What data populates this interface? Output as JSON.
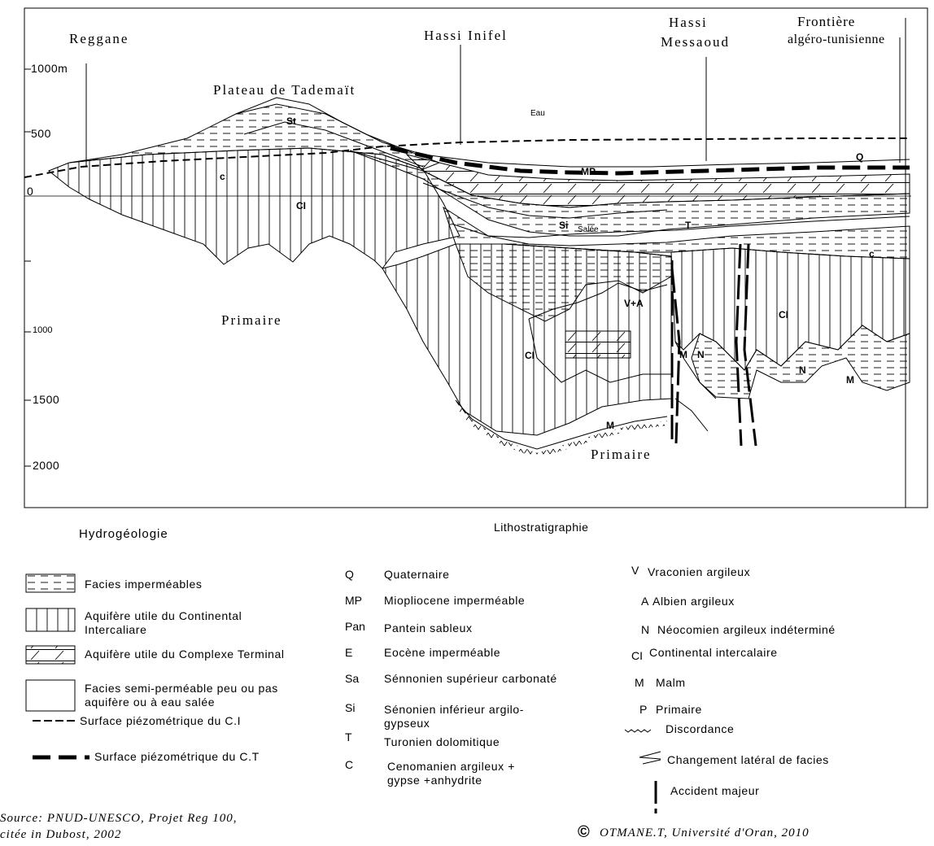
{
  "places": {
    "reggane": "Reggane",
    "hassi_inifel": "Hassi Inifel",
    "hassi_messaoud_1": "Hassi",
    "hassi_messaoud_2": "Messaoud",
    "frontiere_1": "Frontière",
    "frontiere_2": "algéro-tunisienne"
  },
  "axis": {
    "t1000m": "1000m",
    "t500": "500",
    "t0": "0",
    "t1000": "1000",
    "t1500": "1500",
    "t2000": "2000"
  },
  "section_labels": {
    "plateau": "Plateau de Tademaït",
    "eau": "Eau",
    "primaire_left": "Primaire",
    "primaire_bottom": "Primaire",
    "st": "St",
    "c1": "c",
    "ci1": "CI",
    "q": "Q",
    "mp": "MP",
    "si": "Si",
    "salee": "Salée",
    "t": "T",
    "c2": "c",
    "ci2": "CI",
    "ci3": "CI",
    "va": "V+A",
    "m1": "M",
    "n1": "N",
    "n2": "N",
    "m2": "M",
    "m3": "M"
  },
  "headers": {
    "hydro": "Hydrogéologie",
    "litho": "Lithostratigraphie"
  },
  "hydro_legend": [
    {
      "text": "Facies imperméables",
      "pattern": "dashes"
    },
    {
      "text": "Aquifère utile du Continental Intercaliare",
      "pattern": "vertical"
    },
    {
      "text": "Aquifère utile du Complexe Terminal",
      "pattern": "brick"
    },
    {
      "text": "Facies semi-perméable peu ou pas aquifère ou à eau salée",
      "pattern": "blank"
    },
    {
      "text": "Surface piézométrique du C.I",
      "pattern": "thin-dash"
    },
    {
      "text": "Surface piézométrique du C.T",
      "pattern": "thick-dash"
    }
  ],
  "litho_col1": [
    {
      "code": "Q",
      "name": "Quaternaire"
    },
    {
      "code": "MP",
      "name": "Miopliocene imperméable"
    },
    {
      "code": "Pan",
      "name": "Pantein sableux"
    },
    {
      "code": "E",
      "name": "Eocène imperméable"
    },
    {
      "code": "Sa",
      "name": "Sénnonien supérieur carbonaté"
    },
    {
      "code": "Si",
      "name": "Sénonien inférieur argilo-gypseux"
    },
    {
      "code": "T",
      "name": "Turonien dolomitique"
    },
    {
      "code": "C",
      "name": "Cenomanien argileux + gypse +anhydrite"
    }
  ],
  "litho_col2": [
    {
      "code": "V",
      "name": "Vraconien argileux"
    },
    {
      "code": "A",
      "name": "Albien argileux"
    },
    {
      "code": "N",
      "name": "Néocomien argileux indéterminé"
    },
    {
      "code": "CI",
      "name": "Continental intercalaire"
    },
    {
      "code": "M",
      "name": "Malm"
    },
    {
      "code": "P",
      "name": "Primaire"
    }
  ],
  "symbols": {
    "discordance": "Discordance",
    "changement": "Changement latéral de facies",
    "accident": "Accident majeur"
  },
  "footer": {
    "source_1": "Source: PNUD-UNESCO, Projet Reg 100,",
    "source_2": "citée in Dubost, 2002",
    "copyright_symbol": "©",
    "copyright": "OTMANE.T, Université d'Oran, 2010"
  }
}
